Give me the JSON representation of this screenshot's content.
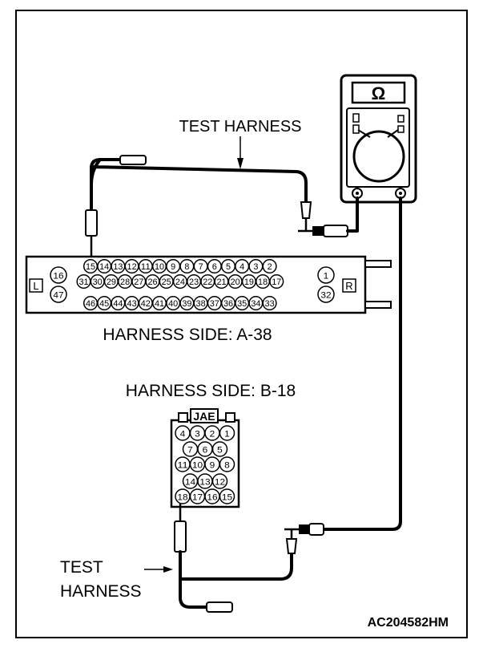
{
  "multimeter": {
    "symbol": "Ω"
  },
  "labels": {
    "test_harness_top": "TEST HARNESS",
    "harness_side_a": "HARNESS SIDE: A-38",
    "harness_side_b": "HARNESS SIDE: B-18",
    "test_harness_bottom_line1": "TEST",
    "test_harness_bottom_line2": "HARNESS",
    "figure_id": "AC204582HM"
  },
  "connector_a38": {
    "left_marker": "L",
    "right_marker": "R",
    "left_pins": [
      "16",
      "47"
    ],
    "right_pins": [
      "1",
      "32"
    ],
    "row1": [
      "15",
      "14",
      "13",
      "12",
      "11",
      "10",
      "9",
      "8",
      "7",
      "6",
      "5",
      "4",
      "3",
      "2"
    ],
    "row2": [
      "31",
      "30",
      "29",
      "28",
      "27",
      "26",
      "25",
      "24",
      "23",
      "22",
      "21",
      "20",
      "19",
      "18",
      "17"
    ],
    "row3": [
      "46",
      "45",
      "44",
      "43",
      "42",
      "41",
      "40",
      "39",
      "38",
      "37",
      "36",
      "35",
      "34",
      "33"
    ]
  },
  "connector_b18": {
    "brand": "JAE",
    "rows": [
      [
        "4",
        "3",
        "2",
        "1"
      ],
      [
        "7",
        "6",
        "5"
      ],
      [
        "11",
        "10",
        "9",
        "8"
      ],
      [
        "14",
        "13",
        "12"
      ],
      [
        "18",
        "17",
        "16",
        "15"
      ]
    ]
  }
}
